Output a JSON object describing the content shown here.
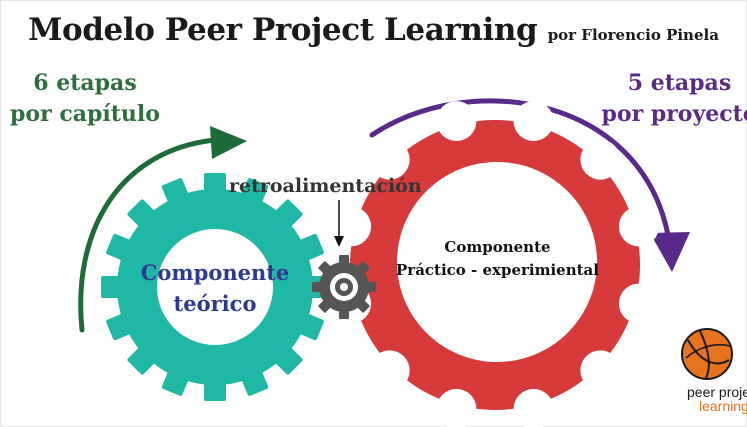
{
  "title": {
    "main": "Modelo Peer Project Learning",
    "byline": "por Florencio Pinela"
  },
  "left_stages": {
    "line1": "6 etapas",
    "line2": "por capítulo"
  },
  "right_stages": {
    "line1": "5 etapas",
    "line2": "por proyecto"
  },
  "feedback_label": "retroalimentación",
  "teal_gear": {
    "line1": "Componente",
    "line2": "teórico"
  },
  "red_gear": {
    "line1": "Componente",
    "line2": "Práctico - experimiental"
  },
  "logo": {
    "line1": "peer project",
    "line2": "learning"
  },
  "colors": {
    "teal_gear": "#1fb8a6",
    "red_gear": "#d63a3a",
    "small_gear": "#555555",
    "green_arrow": "#1e6b3a",
    "purple_arrow": "#5a2a8a",
    "logo_accent": "#e8731e"
  }
}
